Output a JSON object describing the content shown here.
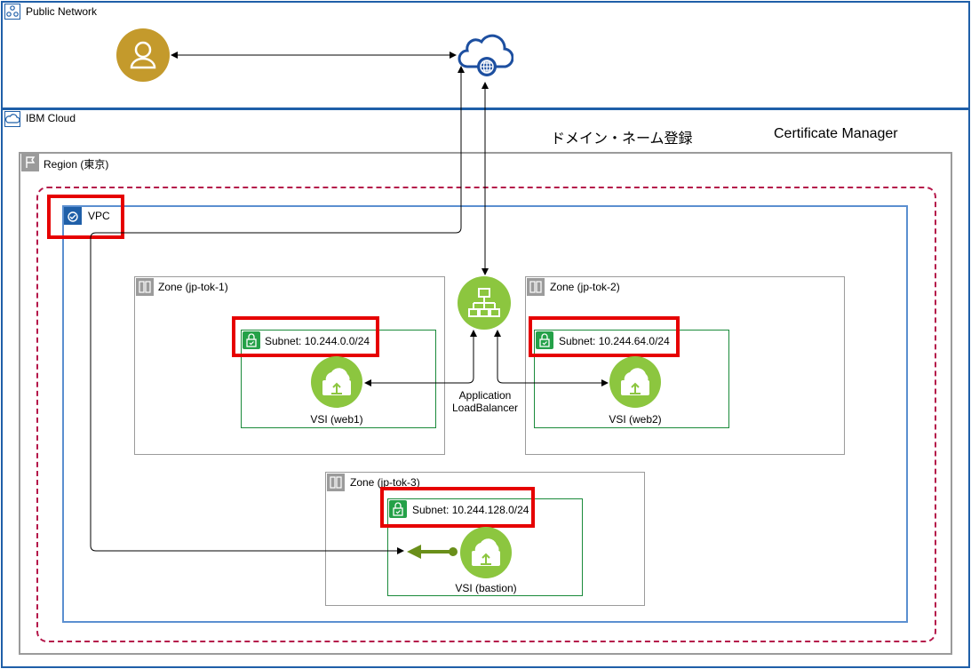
{
  "groups": {
    "public_network": "Public Network",
    "ibm_cloud": "IBM Cloud",
    "region": "Region (東京)",
    "vpc": "VPC"
  },
  "services": {
    "dns": "ドメイン・ネーム登録",
    "cert_manager": "Certificate Manager",
    "alb_line1": "Application",
    "alb_line2": "LoadBalancer"
  },
  "zones": [
    {
      "label": "Zone (jp-tok-1)",
      "subnet": "Subnet: 10.244.0.0/24",
      "vsi": "VSI (web1)"
    },
    {
      "label": "Zone (jp-tok-2)",
      "subnet": "Subnet: 10.244.64.0/24",
      "vsi": "VSI (web2)"
    },
    {
      "label": "Zone (jp-tok-3)",
      "subnet": "Subnet: 10.244.128.0/24",
      "vsi": "VSI (bastion)"
    }
  ],
  "colors": {
    "ibm_blue": "#1f5fa8",
    "region_gray": "#9b9b9b",
    "vpc_blue": "#5b8fd0",
    "subnet_green": "#1a8a3a",
    "vsi_green": "#8cc63f",
    "user_gold": "#c49a2c",
    "cloud_blue": "#1d4fa0",
    "highlight_red": "#e60000",
    "dashed_border": "#b5174a"
  },
  "icons": {
    "public_network": "network-icon",
    "ibm_cloud": "cloud-icon",
    "region": "flag-icon",
    "vpc": "vpc-icon",
    "user": "user-icon",
    "internet": "internet-cloud-icon",
    "alb": "load-balancer-icon",
    "zone": "datacenter-icon",
    "subnet": "lock-icon",
    "vsi": "vsi-icon"
  }
}
